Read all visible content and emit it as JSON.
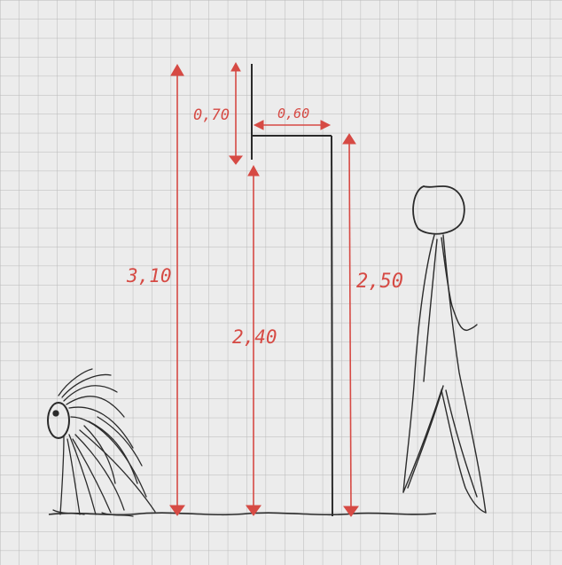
{
  "colors": {
    "paper": "#ececec",
    "grid": "#b9b9b9",
    "red_ink": "#d64a44",
    "pencil": "#2b2b2b"
  },
  "icons": {
    "left_figure": "hairy-creature-sketch",
    "right_figure": "tall-person-sketch"
  },
  "dimensions": {
    "total_height": "3,10",
    "top_gap": "0,70",
    "bar_width": "0,60",
    "lower_height": "2,40",
    "right_height": "2,50"
  }
}
